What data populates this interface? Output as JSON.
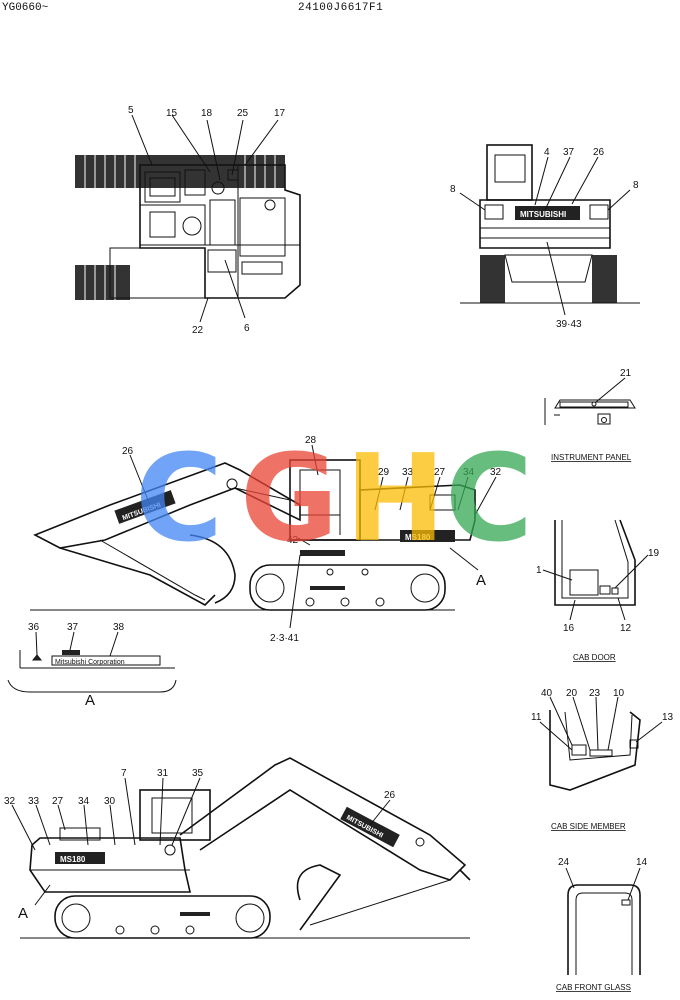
{
  "header": {
    "code_left": "YG0660~",
    "code_right": "24100J6617F1"
  },
  "brand": {
    "boom_text": "MITSUBISHI",
    "model_text": "MS180",
    "plate_text": "Mitsubishi Corporation"
  },
  "watermark": {
    "letters": [
      "C",
      "G",
      "H",
      "C"
    ],
    "colors": [
      "#4285F4",
      "#EA4335",
      "#FBBC05",
      "#34A853"
    ]
  },
  "views": {
    "top_view": {
      "labels": [
        "5",
        "15",
        "18",
        "25",
        "17",
        "22",
        "6"
      ]
    },
    "rear_view": {
      "labels": [
        "4",
        "37",
        "26",
        "8",
        "8",
        "39·43"
      ]
    },
    "left_side": {
      "labels": [
        "26",
        "28",
        "29",
        "33",
        "27",
        "34",
        "32",
        "42",
        "A",
        "2·3·41"
      ]
    },
    "detail_a": {
      "labels": [
        "36",
        "37",
        "38"
      ],
      "letter": "A"
    },
    "right_side": {
      "labels": [
        "32",
        "33",
        "27",
        "34",
        "30",
        "7",
        "31",
        "35",
        "26",
        "A"
      ]
    },
    "instrument_panel": {
      "caption": "INSTRUMENT PANEL",
      "labels": [
        "21"
      ]
    },
    "cab_door": {
      "caption": "CAB DOOR",
      "labels": [
        "1",
        "19",
        "16",
        "12"
      ]
    },
    "cab_side_member": {
      "caption": "CAB SIDE MEMBER",
      "labels": [
        "40",
        "20",
        "23",
        "10",
        "11",
        "13"
      ]
    },
    "cab_front_glass": {
      "caption": "CAB FRONT GLASS",
      "labels": [
        "24",
        "14"
      ]
    }
  }
}
